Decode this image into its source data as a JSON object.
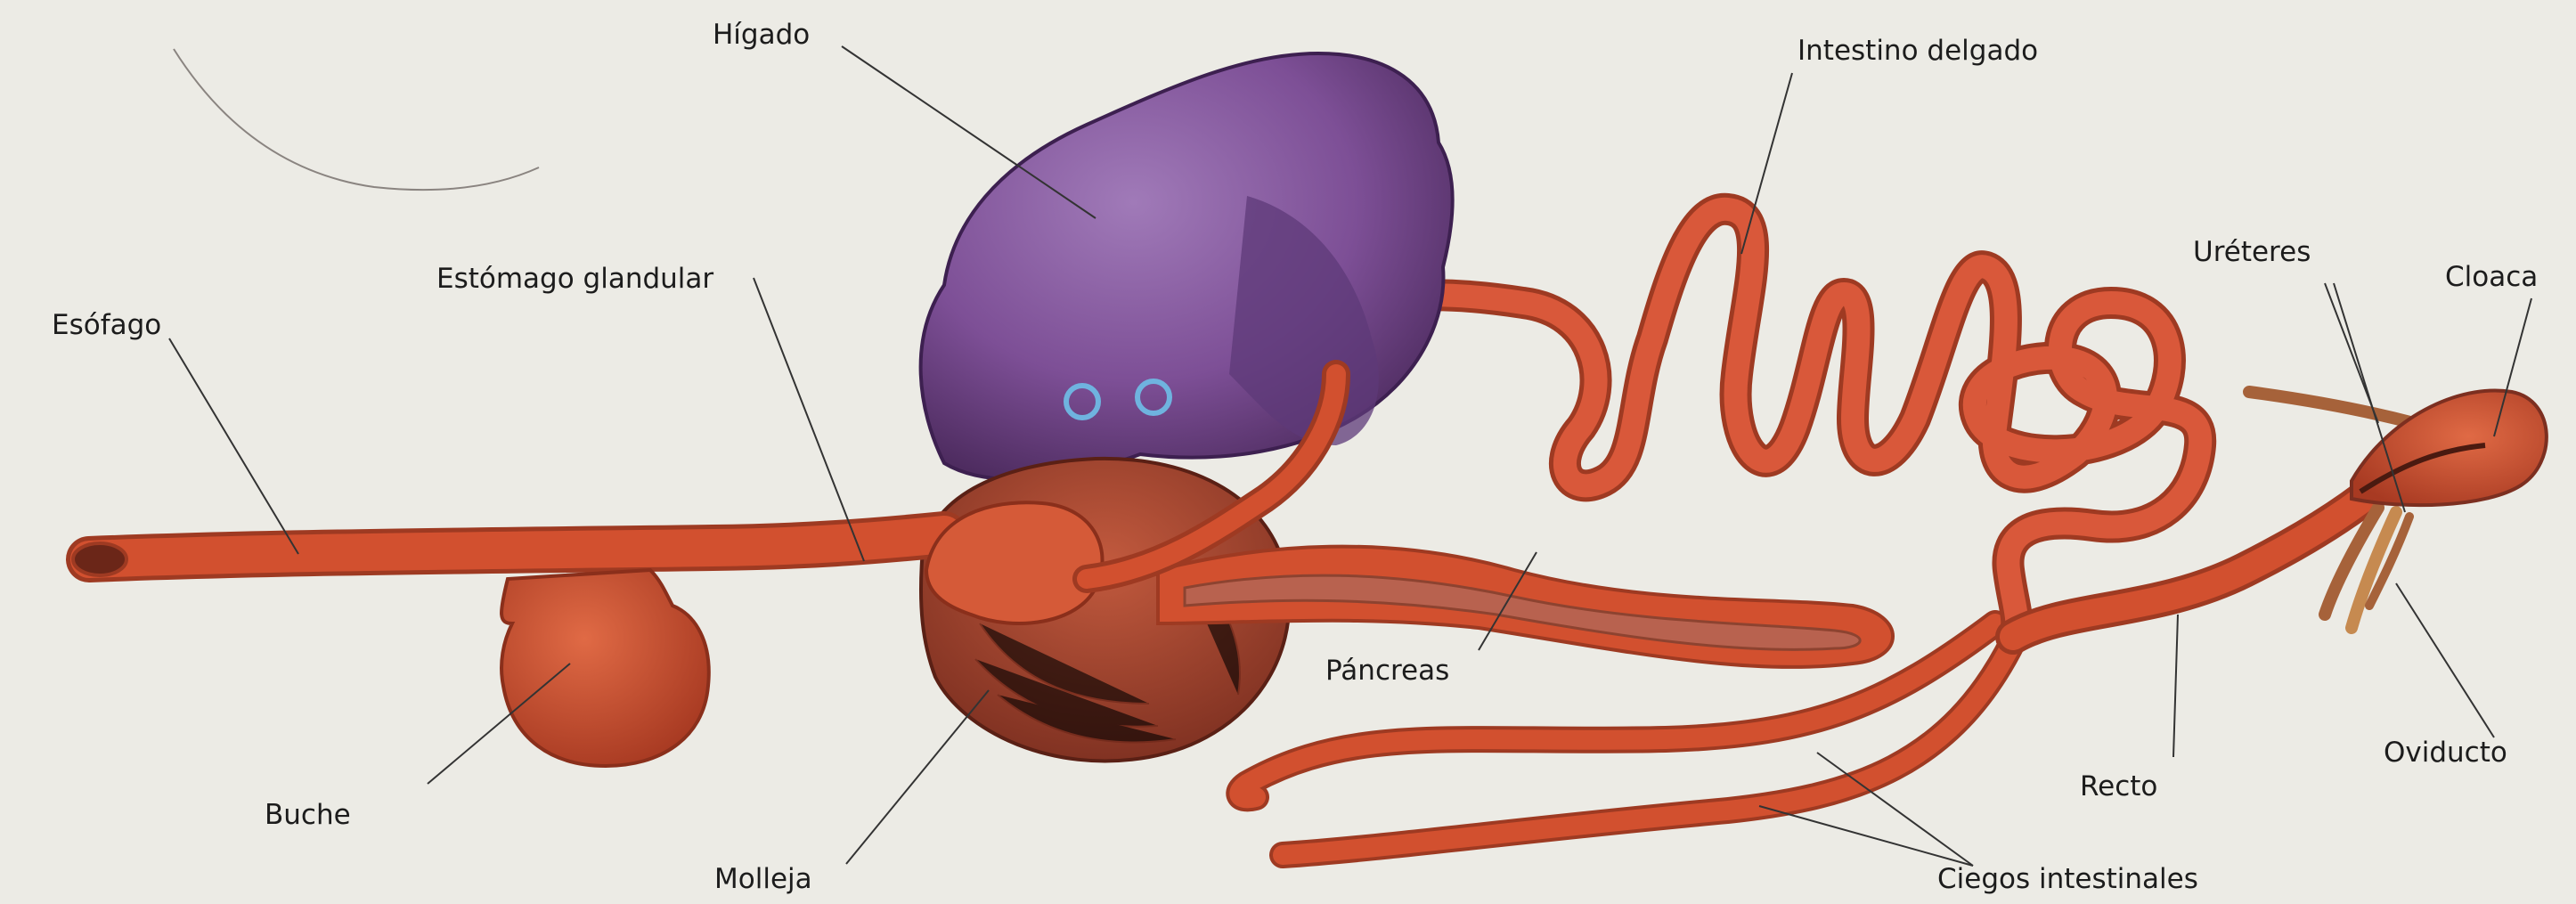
{
  "labels": {
    "higado": "Hígado",
    "intestino_delgado": "Intestino delgado",
    "estomago_glandular": "Estómago glandular",
    "esofago": "Esófago",
    "ureteres": "Uréteres",
    "cloaca": "Cloaca",
    "pancreas": "Páncreas",
    "buche": "Buche",
    "molleja": "Molleja",
    "recto": "Recto",
    "oviducto": "Oviducto",
    "ciegos_intestinales": "Ciegos intestinales"
  },
  "colors": {
    "background": "#ecebe5",
    "gut": "#d2502f",
    "gut_dark": "#9e3a22",
    "liver": "#7d4f96",
    "liver_dark": "#4e2c60",
    "gizzard": "#a3442f",
    "pancreas": "#b8624f",
    "duct": "#a6623a",
    "leader_line": "#333333"
  }
}
